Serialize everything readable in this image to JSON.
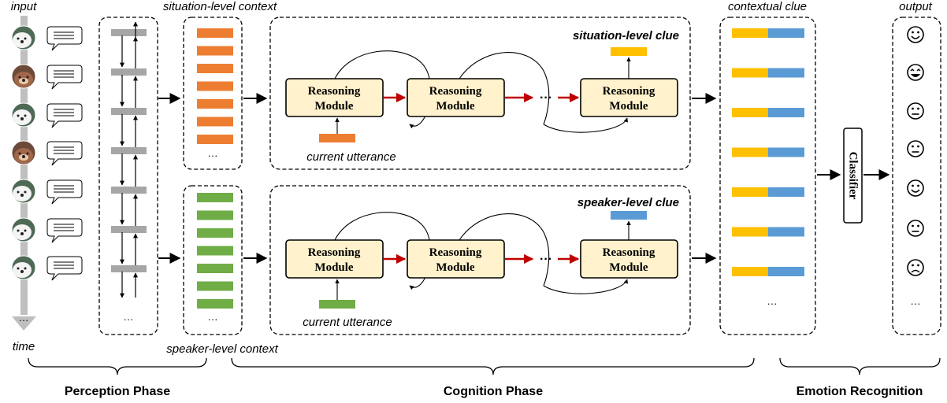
{
  "labels": {
    "input": "input",
    "time": "time",
    "situation_context": "situation-level context",
    "speaker_context": "speaker-level context",
    "contextual_clue": "contextual clue",
    "output": "output",
    "situation_clue": "situation-level clue",
    "speaker_clue": "speaker-level clue",
    "current_utterance_top": "current utterance",
    "current_utterance_bottom": "current utterance",
    "reasoning_line1": "Reasoning",
    "reasoning_line2": "Module",
    "classifier": "Classifier",
    "ellipsis": "···",
    "ellipsis_small": "…"
  },
  "phases": {
    "perception": "Perception Phase",
    "cognition": "Cognition Phase",
    "emotion": "Emotion Recognition"
  },
  "colors": {
    "situation": "#ED7D31",
    "speaker": "#70AD47",
    "clue_yellow": "#FFC000",
    "clue_blue": "#5B9BD5",
    "module_fill": "#FFF2CC",
    "recurrent_arrow": "#C00000",
    "encoder": "#A6A6A6"
  },
  "output_emotions": [
    "smile",
    "laugh",
    "neutral",
    "neutral",
    "smile",
    "neutral",
    "sad"
  ]
}
